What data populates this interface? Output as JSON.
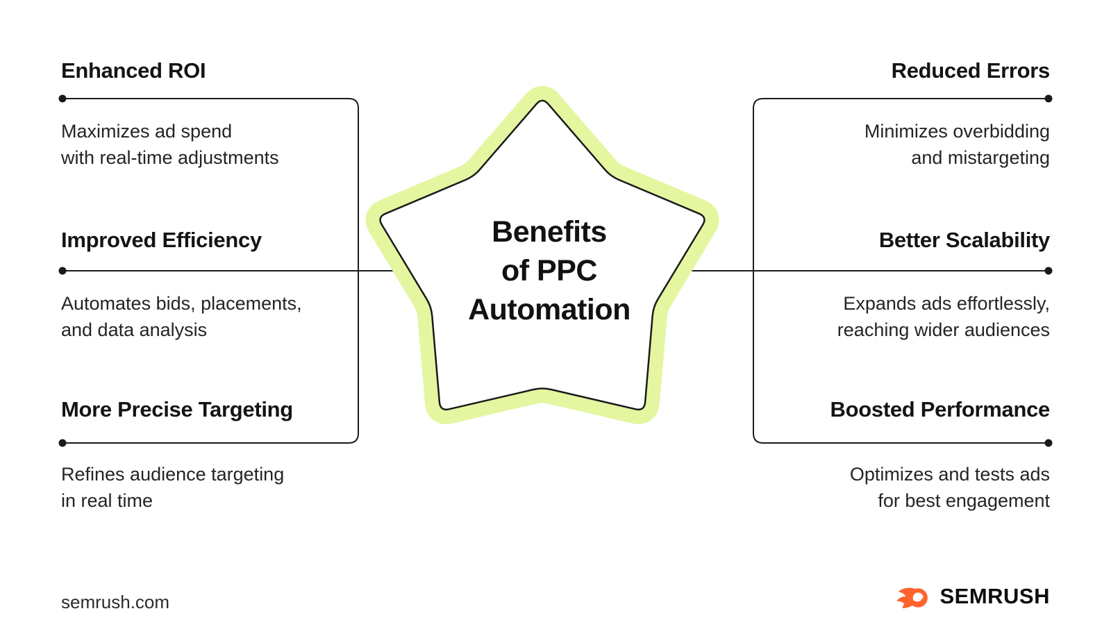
{
  "title": "Benefits\nof PPC\nAutomation",
  "left_items": [
    {
      "title": "Enhanced ROI",
      "description": "Maximizes ad spend\nwith real-time adjustments"
    },
    {
      "title": "Improved Efficiency",
      "description": "Automates bids, placements,\nand data analysis"
    },
    {
      "title": "More Precise Targeting",
      "description": "Refines audience targeting\nin real time"
    }
  ],
  "right_items": [
    {
      "title": "Reduced Errors",
      "description": "Minimizes overbidding\nand mistargeting"
    },
    {
      "title": "Better Scalability",
      "description": "Expands ads effortlessly,\nreaching wider audiences"
    },
    {
      "title": "Boosted Performance",
      "description": "Optimizes and tests ads\nfor best engagement"
    }
  ],
  "footer": {
    "website": "semrush.com",
    "brand_wordmark": "SEMRUSH"
  },
  "colors": {
    "background": "#ffffff",
    "outline": "#1a1a1a",
    "star_fill": "#ffffff",
    "star_glow": "#e4f6a0",
    "brand_orange": "#ff642d",
    "text_dark": "#141414"
  }
}
